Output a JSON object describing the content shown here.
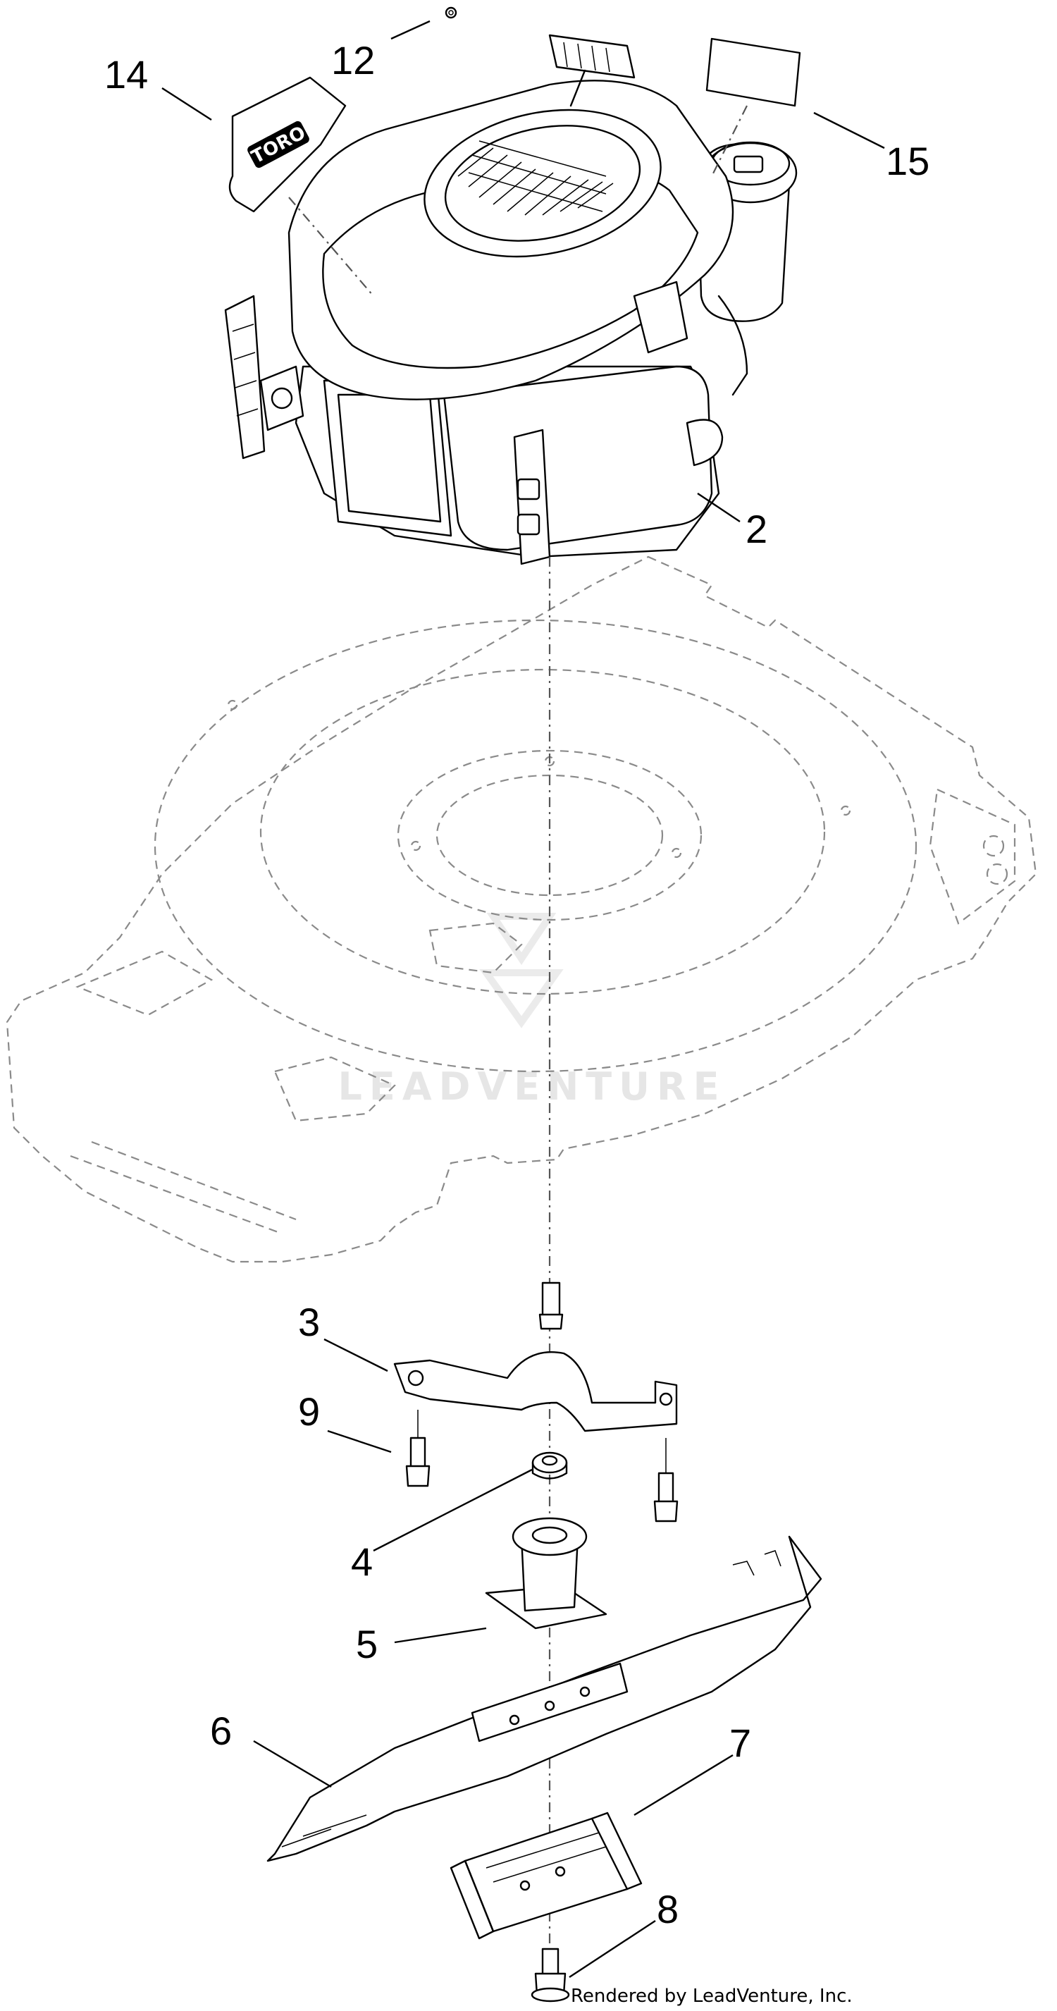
{
  "callouts": {
    "c14": "14",
    "c12": "12",
    "c15": "15",
    "c2": "2",
    "c3": "3",
    "c9": "9",
    "c4": "4",
    "c5": "5",
    "c6": "6",
    "c7": "7",
    "c8": "8"
  },
  "decal_logo": "TORO",
  "watermark": "LEADVENTURE",
  "credit": "Rendered by LeadVenture, Inc."
}
